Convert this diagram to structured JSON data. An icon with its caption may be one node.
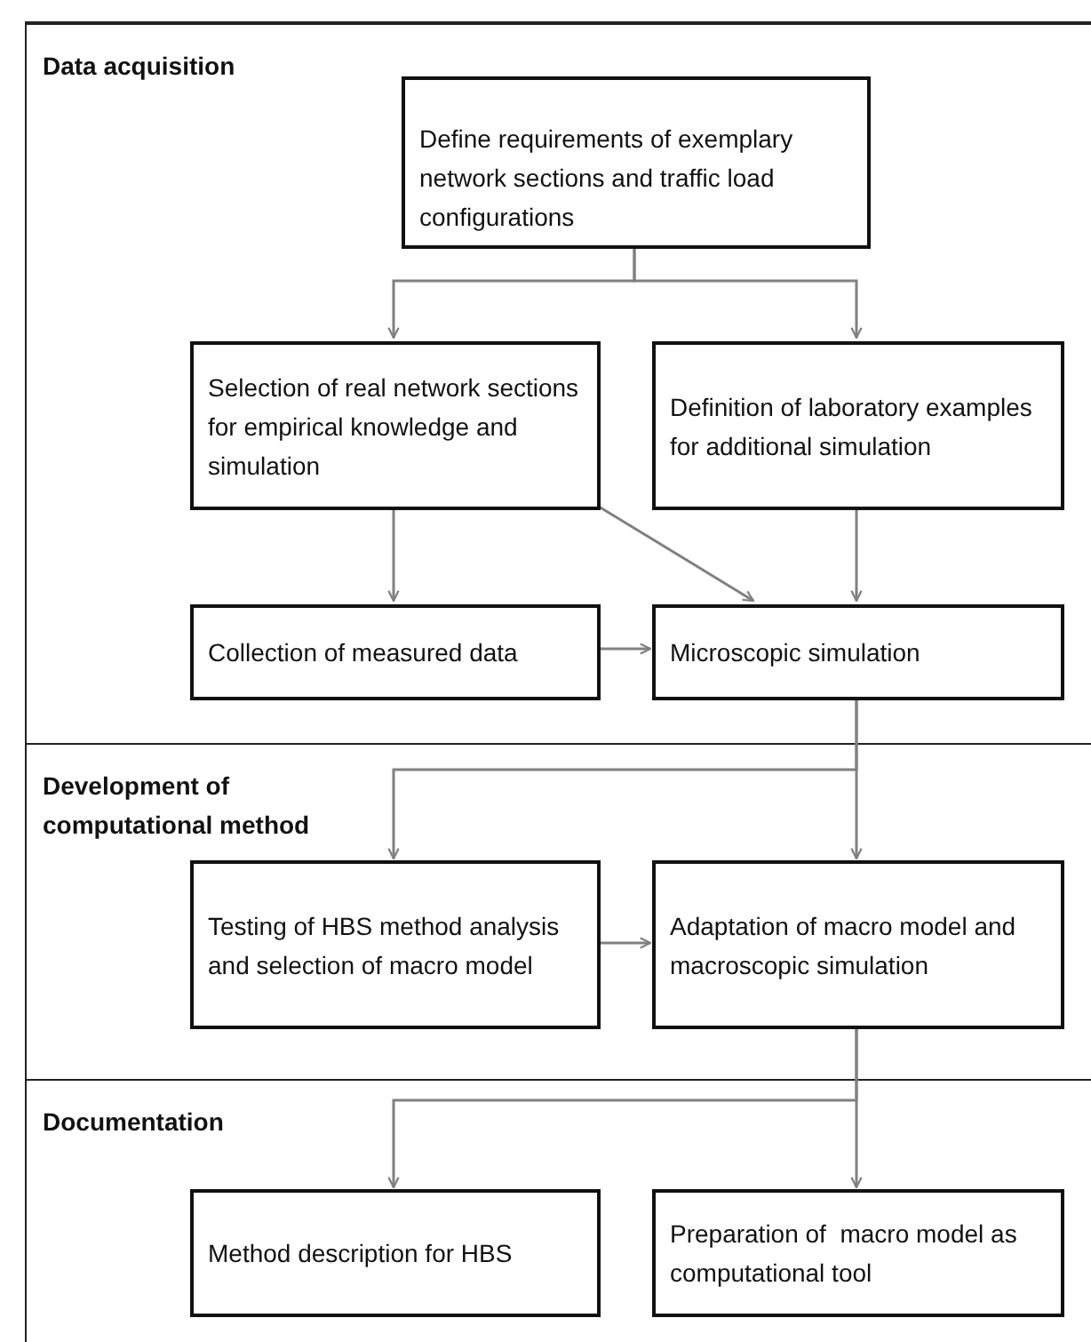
{
  "diagram": {
    "nodes": [
      {
        "text": [
          "Data acquisition"
        ]
      },
      {
        "text": [
          "Development of computational method"
        ]
      },
      {
        "text": [
          "Documentation"
        ]
      },
      {
        "text": [
          "Define requirements of exemplary network sections and traffic load configurations"
        ],
        "in": 0
      },
      {
        "text": [
          "Selection of real network sections for empirical knowledge and simulation"
        ],
        "in": 0
      },
      {
        "text": [
          "Definition of laboratory examples for additional simulation"
        ],
        "in": 0
      },
      {
        "text": [
          "Collection of measured data"
        ],
        "in": 0
      },
      {
        "text": [
          "Microscopic simulation"
        ],
        "in": 0
      },
      {
        "text": [
          "Testing of HBS method analysis and selection of macro model"
        ],
        "in": 1
      },
      {
        "text": [
          "Adaptation of macro model and macroscopic simulation"
        ],
        "in": 1
      },
      {
        "text": [
          "Method description for HBS"
        ],
        "in": 2
      },
      {
        "text": [
          "Preparation of  macro model as computational tool"
        ],
        "in": 2
      }
    ],
    "edges": [
      {
        "from": 3,
        "to": 4,
        "arrow": "to"
      },
      {
        "from": 3,
        "to": 5,
        "arrow": "to"
      },
      {
        "from": 4,
        "to": 6,
        "arrow": "to"
      },
      {
        "from": 4,
        "to": 7,
        "arrow": "to"
      },
      {
        "from": 5,
        "to": 7,
        "arrow": "to"
      },
      {
        "from": 6,
        "to": 7,
        "arrow": "to"
      },
      {
        "from": 7,
        "to": 8,
        "arrow": "to"
      },
      {
        "from": 7,
        "to": 9,
        "arrow": "to"
      },
      {
        "from": 8,
        "to": 9,
        "arrow": "to"
      },
      {
        "from": 9,
        "to": 10,
        "arrow": "to"
      },
      {
        "from": 9,
        "to": 11,
        "arrow": "to"
      }
    ]
  }
}
